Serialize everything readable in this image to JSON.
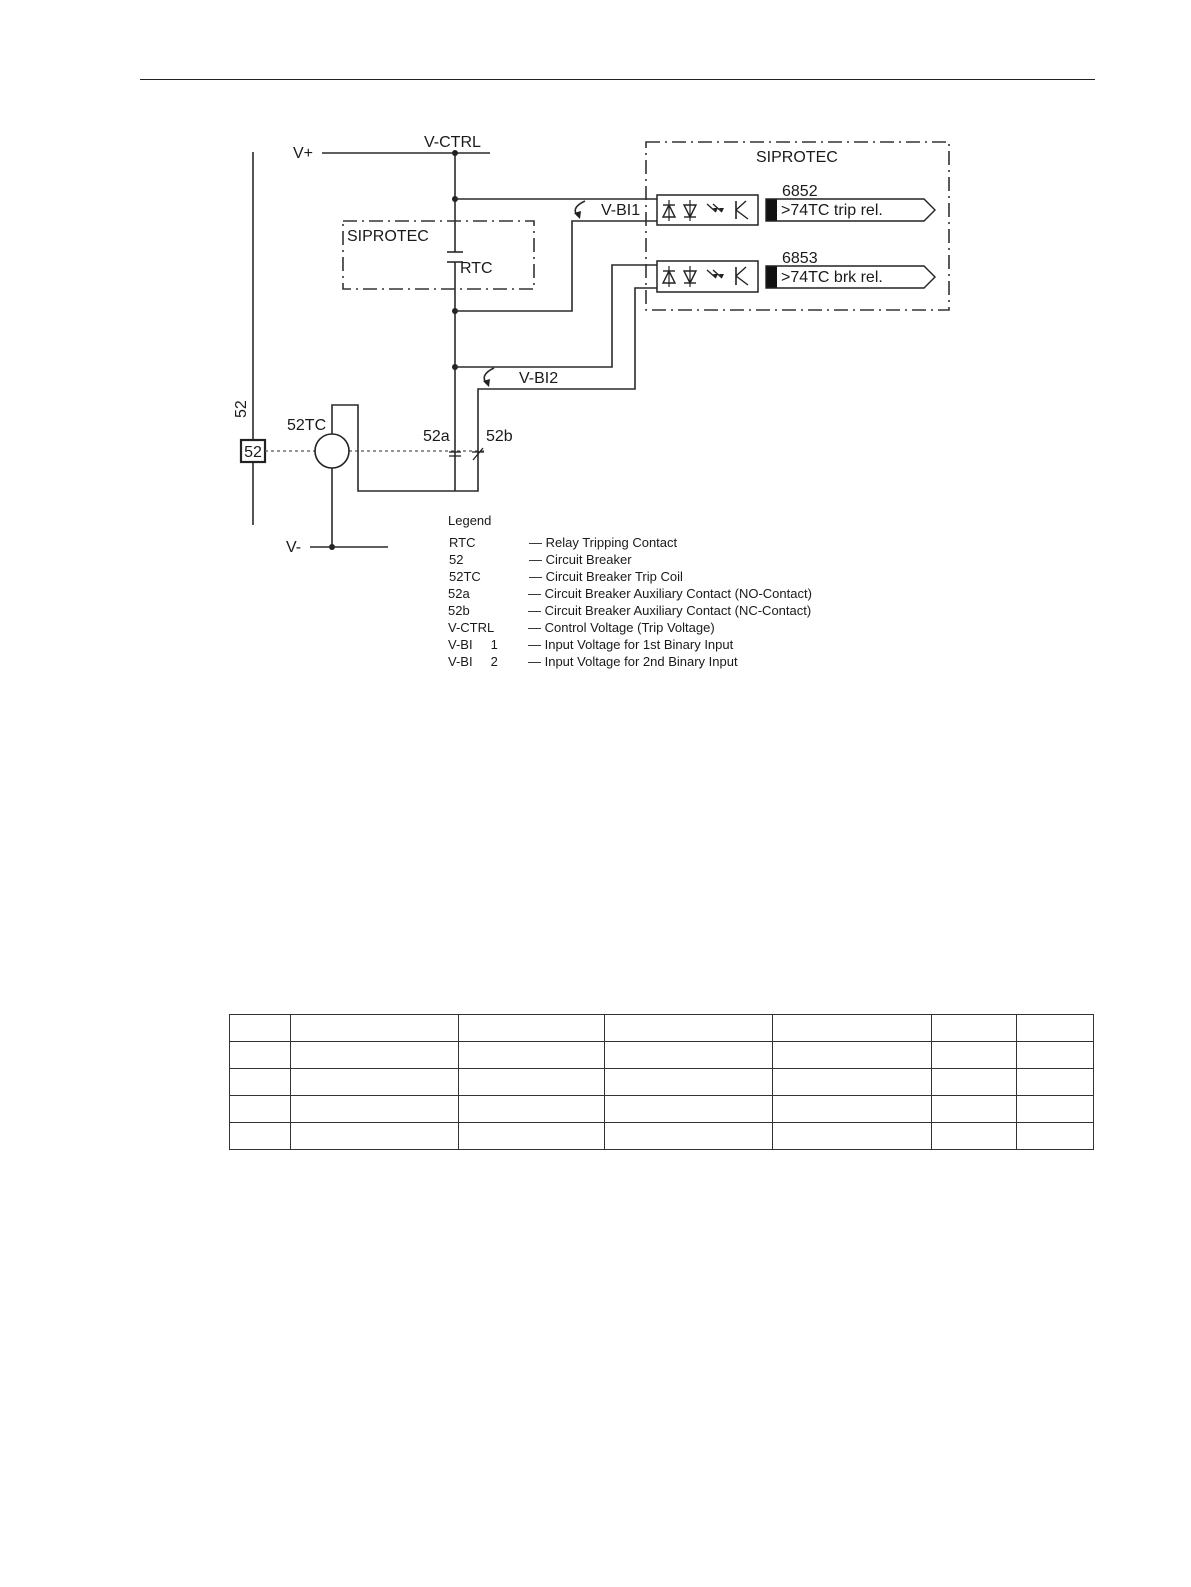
{
  "diagram": {
    "labels": {
      "v_plus": "V+",
      "v_ctrl": "V-CTRL",
      "v_minus": "V-",
      "siprotec_device": "SIPROTEC",
      "siprotec_relay": "SIPROTEC",
      "rtc": "RTC",
      "v_bi1": "V-BI1",
      "v_bi2": "V-BI2",
      "cb_vertical": "52",
      "cb_box": "52",
      "trip_coil": "52TC",
      "contact_52a": "52a",
      "contact_52b": "52b"
    },
    "inputs": [
      {
        "number": "6852",
        "label": ">74TC trip rel."
      },
      {
        "number": "6853",
        "label": ">74TC brk rel."
      }
    ],
    "legend": {
      "title": "Legend",
      "items": [
        {
          "abbr": "RTC",
          "desc": "— Relay Tripping Contact"
        },
        {
          "abbr": "52",
          "desc": "— Circuit Breaker"
        },
        {
          "abbr": "52TC",
          "desc": "— Circuit Breaker Trip Coil"
        },
        {
          "abbr": "52a",
          "desc": "— Circuit Breaker Auxiliary Contact (NO-Contact)"
        },
        {
          "abbr": "52b",
          "desc": "— Circuit Breaker Auxiliary Contact (NC-Contact)"
        },
        {
          "abbr": "V-CTRL",
          "desc": "— Control Voltage (Trip Voltage)"
        },
        {
          "abbr": "V-BI     1",
          "desc": "— Input Voltage for 1st Binary Input"
        },
        {
          "abbr": "V-BI     2",
          "desc": "— Input Voltage for 2nd Binary Input"
        }
      ]
    }
  },
  "table": {
    "rows": 5,
    "columns": 7
  }
}
